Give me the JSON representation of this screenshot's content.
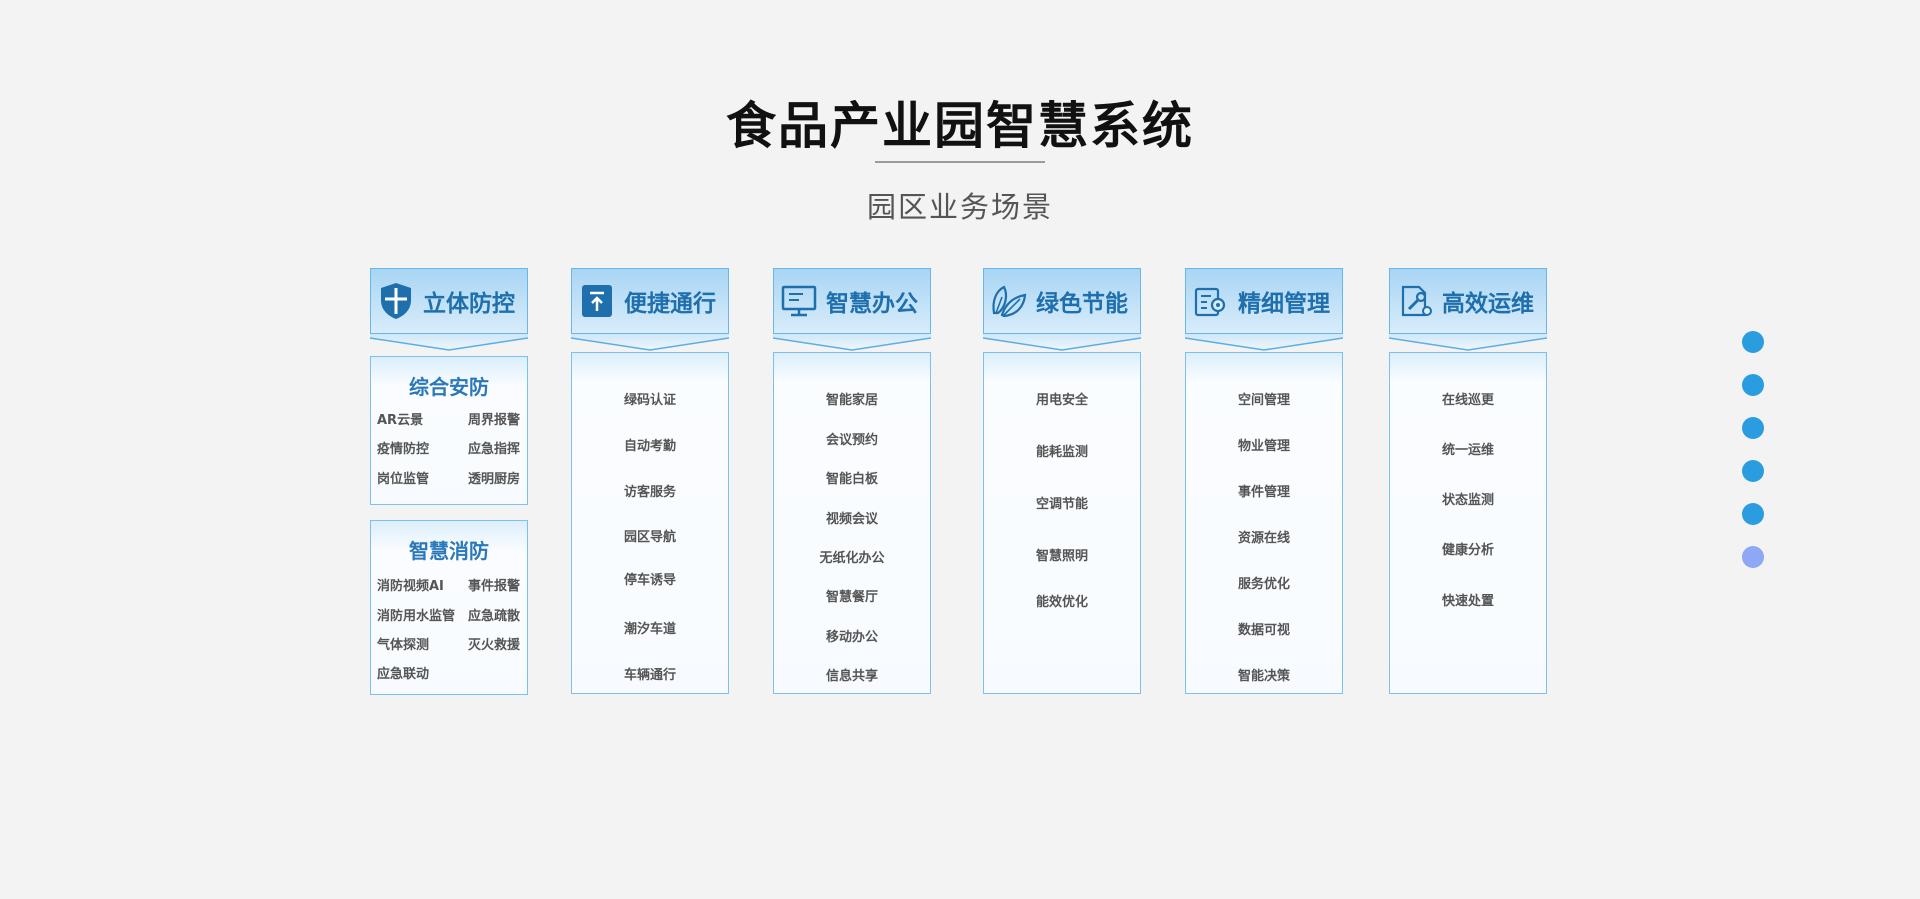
{
  "page": {
    "title": "食品产业园智慧系统",
    "subtitle": "园区业务场景"
  },
  "columns": [
    {
      "title": "立体防控",
      "icon": "shield-icon"
    },
    {
      "title": "便捷通行",
      "icon": "upload-arrow-icon",
      "items": [
        "绿码认证",
        "自动考勤",
        "访客服务",
        "园区导航",
        "停车诱导",
        "潮汐车道",
        "车辆通行"
      ]
    },
    {
      "title": "智慧办公",
      "icon": "monitor-icon",
      "items": [
        "智能家居",
        "会议预约",
        "智能白板",
        "视频会议",
        "无纸化办公",
        "智慧餐厅",
        "移动办公",
        "信息共享"
      ]
    },
    {
      "title": "绿色节能",
      "icon": "leaf-icon",
      "items": [
        "用电安全",
        "能耗监测",
        "空调节能",
        "智慧照明",
        "能效优化"
      ]
    },
    {
      "title": "精细管理",
      "icon": "settings-document-icon",
      "items": [
        "空间管理",
        "物业管理",
        "事件管理",
        "资源在线",
        "服务优化",
        "数据可视",
        "智能决策"
      ]
    },
    {
      "title": "高效运维",
      "icon": "wrench-document-icon",
      "items": [
        "在线巡更",
        "统一运维",
        "状态监测",
        "健康分析",
        "快速处置"
      ]
    }
  ],
  "defense": {
    "integrated": {
      "title": "综合安防",
      "items": [
        "AR云景",
        "周界报警",
        "疫情防控",
        "应急指挥",
        "岗位监管",
        "透明厨房"
      ]
    },
    "fire": {
      "title": "智慧消防",
      "items": [
        "消防视频AI",
        "事件报警",
        "消防用水监管",
        "应急疏散",
        "气体探测",
        "灭火救援",
        "应急联动"
      ]
    }
  },
  "pager": {
    "dots": 6,
    "active_index": 5,
    "colors": {
      "inactive": "#2a9de0",
      "active": "#8ea8f5"
    }
  },
  "colors": {
    "accent": "#1f6fad",
    "border": "#7cc1ee",
    "header_bg": "#a8d5f4"
  }
}
